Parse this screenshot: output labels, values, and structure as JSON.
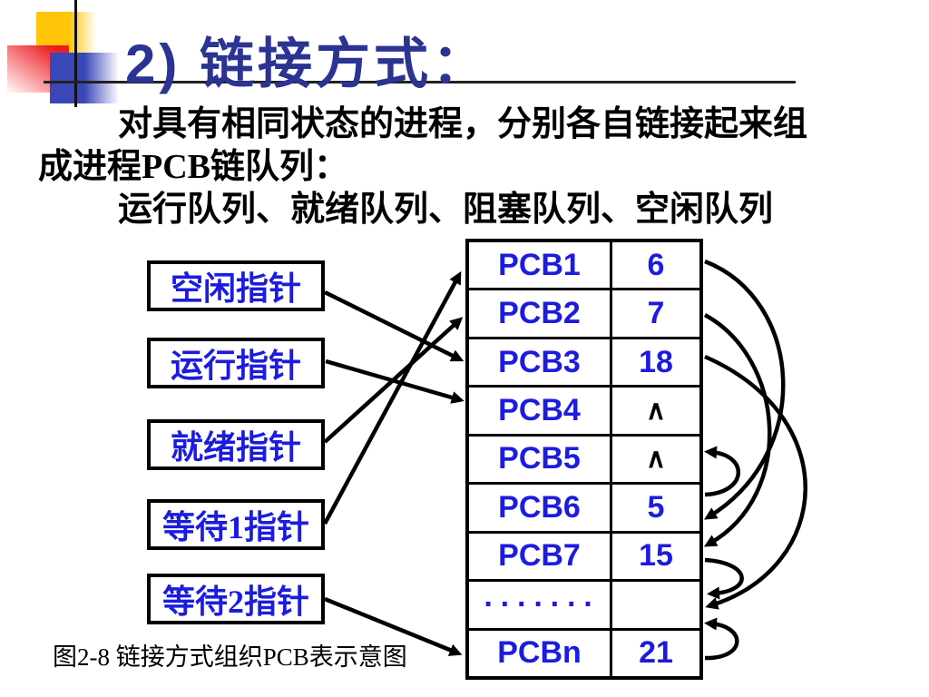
{
  "title": "2) 链接方式：",
  "paragraph": {
    "line1": "对具有相同状态的进程，分别各自链接起来组",
    "line2": "成进程PCB链队列：",
    "line3": "运行队列、就绪队列、阻塞队列、空闲队列"
  },
  "pointer_boxes": [
    {
      "label": "空闲指针"
    },
    {
      "label": "运行指针"
    },
    {
      "label": "就绪指针"
    },
    {
      "label": "等待1指针"
    },
    {
      "label": "等待2指针"
    }
  ],
  "pcb_table": {
    "rows": [
      {
        "name": "PCB1",
        "link": "6"
      },
      {
        "name": "PCB2",
        "link": "7"
      },
      {
        "name": "PCB3",
        "link": "18"
      },
      {
        "name": "PCB4",
        "link": "∧"
      },
      {
        "name": "PCB5",
        "link": "∧"
      },
      {
        "name": "PCB6",
        "link": "5"
      },
      {
        "name": "PCB7",
        "link": "15"
      },
      {
        "name": "·······",
        "link": ""
      },
      {
        "name": "PCBn",
        "link": "21"
      }
    ]
  },
  "caption": "图2-8 链接方式组织PCB表示意图",
  "colors": {
    "title_navy": "#2b3492",
    "text_blue": "#1c1ce0",
    "line_black": "#000000",
    "ornament_yellow": "#ffc60a",
    "ornament_red": "#ed1c24",
    "ornament_blue": "#3a47b8"
  },
  "connections": {
    "pointer_to_row": [
      {
        "from": "空闲指针",
        "to": "PCB3"
      },
      {
        "from": "运行指针",
        "to": "PCB4"
      },
      {
        "from": "就绪指针",
        "to": "PCB2"
      },
      {
        "from": "等待1指针",
        "to": "PCB1"
      },
      {
        "from": "等待2指针",
        "to": "PCBn"
      }
    ],
    "row_links": [
      {
        "from": "PCB1",
        "to": "PCB6"
      },
      {
        "from": "PCB2",
        "to": "PCB7"
      },
      {
        "from": "PCB3",
        "to": "……"
      },
      {
        "from": "PCB6",
        "to": "PCB5"
      },
      {
        "from": "PCB7",
        "to": "……"
      },
      {
        "from": "PCBn",
        "to": "……"
      }
    ]
  }
}
